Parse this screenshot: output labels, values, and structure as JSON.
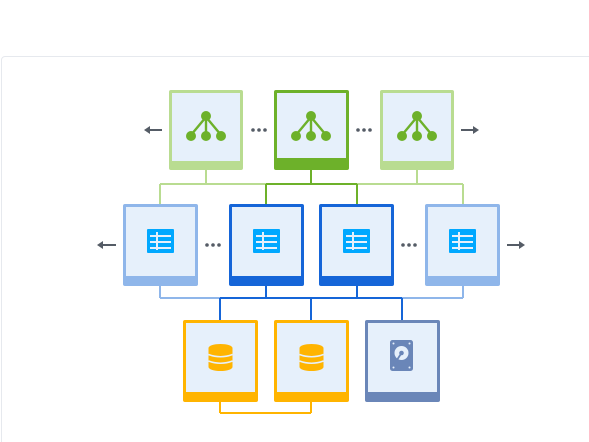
{
  "diagram": {
    "colors": {
      "compute_light": "#b9dc91",
      "compute_dark": "#6db12a",
      "compute_icon": "#6db12a",
      "middle_light": "#8fb6ea",
      "middle_dark": "#1565d8",
      "middle_icon": "#00a8ff",
      "storage_yellow": "#ffb400",
      "storage_disk": "#6a86b8",
      "node_fill": "#e6f0fb",
      "arrow": "#555c66",
      "dots": "#555c66"
    },
    "rows": [
      {
        "name": "compute-row",
        "nodes": [
          {
            "name": "compute-node-1",
            "variant": "light",
            "icon": "hierarchy-icon"
          },
          {
            "name": "compute-node-2",
            "variant": "dark",
            "icon": "hierarchy-icon"
          },
          {
            "name": "compute-node-3",
            "variant": "light",
            "icon": "hierarchy-icon"
          }
        ],
        "ellipsis_count": 2,
        "arrows": [
          "left",
          "right"
        ]
      },
      {
        "name": "middle-row",
        "nodes": [
          {
            "name": "middle-node-1",
            "variant": "light",
            "icon": "table-icon"
          },
          {
            "name": "middle-node-2",
            "variant": "dark",
            "icon": "table-icon"
          },
          {
            "name": "middle-node-3",
            "variant": "dark",
            "icon": "table-icon"
          },
          {
            "name": "middle-node-4",
            "variant": "light",
            "icon": "table-icon"
          }
        ],
        "ellipsis_count": 2,
        "arrows": [
          "left",
          "right"
        ]
      },
      {
        "name": "storage-row",
        "nodes": [
          {
            "name": "storage-node-1",
            "variant": "yellow",
            "icon": "database-icon"
          },
          {
            "name": "storage-node-2",
            "variant": "yellow",
            "icon": "database-icon"
          },
          {
            "name": "storage-node-3",
            "variant": "disk",
            "icon": "hard-disk-icon"
          }
        ],
        "ellipsis_count": 0,
        "arrows": []
      }
    ]
  }
}
